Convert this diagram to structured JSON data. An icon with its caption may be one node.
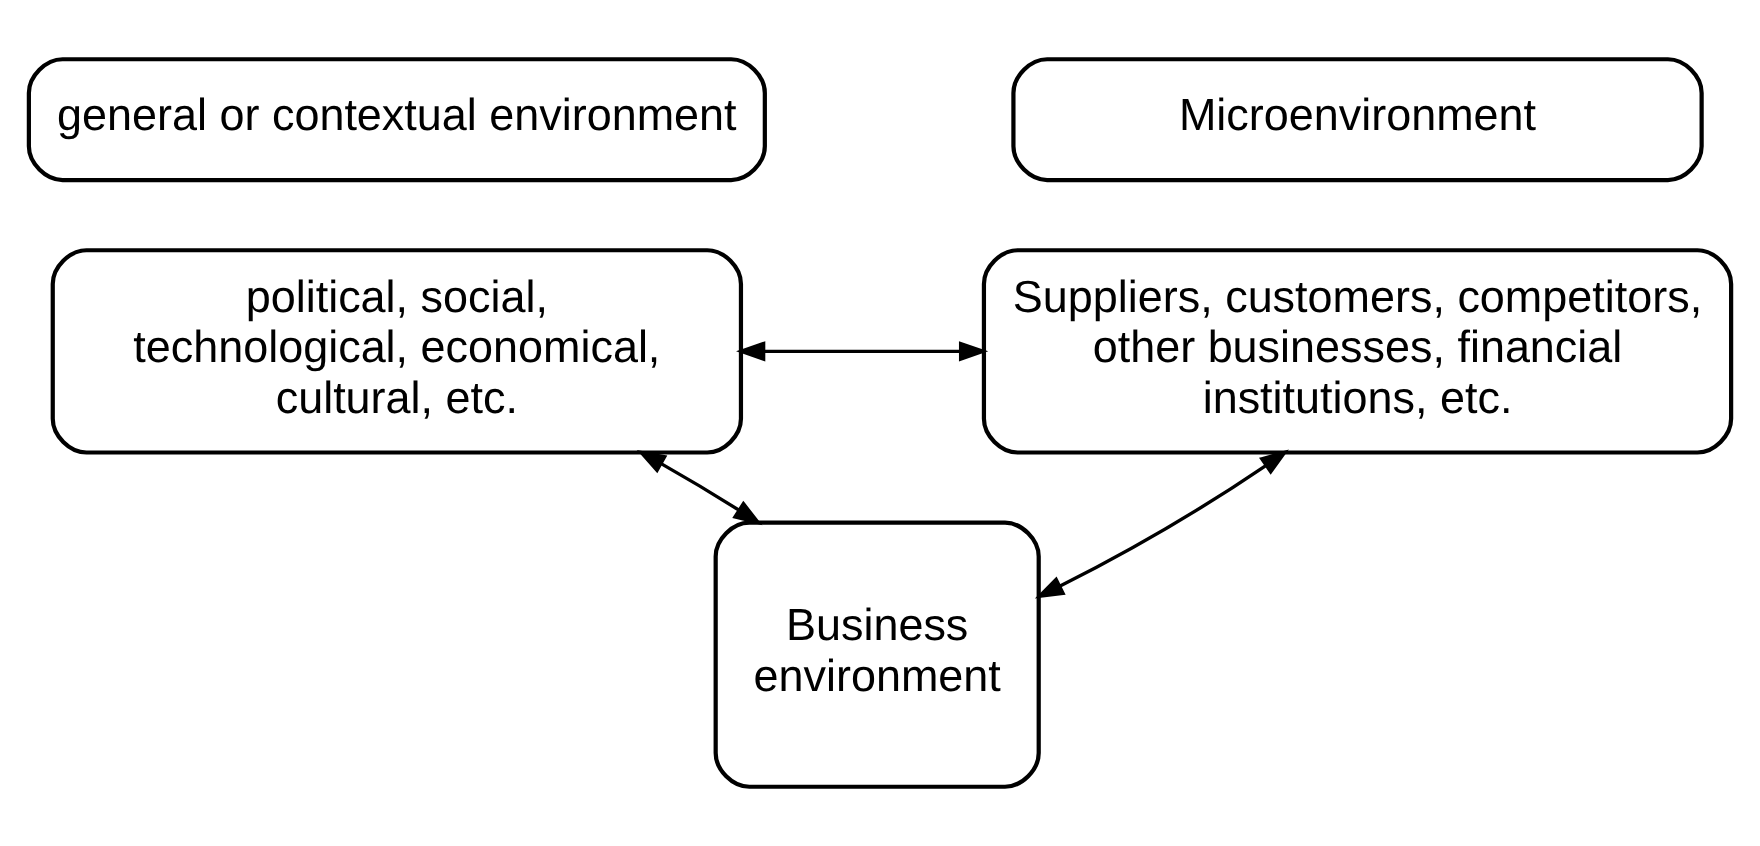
{
  "diagram": {
    "nodes": [
      {
        "text": [
          "general or contextual environment"
        ]
      },
      {
        "text": [
          "political, social, technological, economical, cultural, etc."
        ]
      },
      {
        "text": [
          "Microenvironment"
        ]
      },
      {
        "text": [
          "Suppliers, customers, competitors, other businesses, financial institutions, etc."
        ]
      },
      {
        "text": [
          "Business environment"
        ]
      }
    ],
    "edges": [
      {
        "from": 1,
        "to": 3,
        "arrow": "both"
      },
      {
        "from": 1,
        "to": 4,
        "arrow": "both"
      },
      {
        "from": 3,
        "to": 4,
        "arrow": "both"
      }
    ]
  }
}
